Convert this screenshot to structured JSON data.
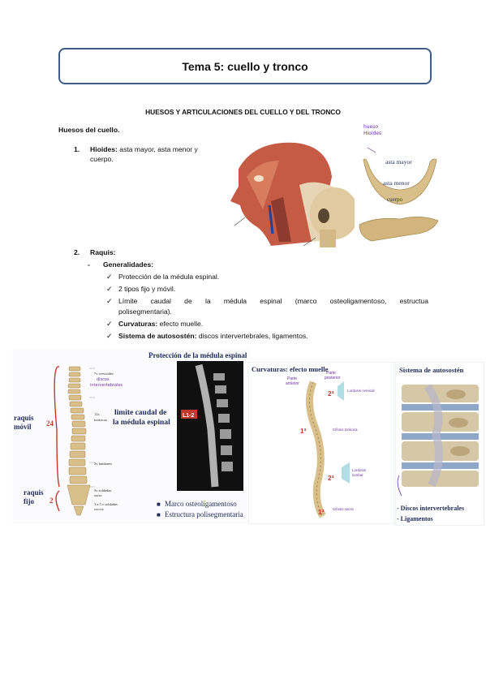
{
  "title": "Tema 5: cuello y tronco",
  "section_heading": "HUESOS Y ARTICULACIONES DEL CUELLO Y DEL TRONCO",
  "neck_heading": "Huesos del cuello.",
  "item1": {
    "number": "1.",
    "label": "Hioides:",
    "text_line1": "asta mayor, asta menor y",
    "text_line2": "cuerpo."
  },
  "hyoid_figure": {
    "handwritten_1": "hueso",
    "handwritten_2": "Hioides",
    "label_mayor": "asta mayor",
    "label_menor": "asta menor",
    "label_cuerpo": "cuerpo"
  },
  "item2": {
    "number": "2.",
    "label": "Raquis:",
    "sub_dash": "-",
    "sub_label": "Generalidades:",
    "checks": {
      "c1": "Protección de la médula espinal.",
      "c2": "2 tipos fijo y móvil.",
      "c3_line1": "Límite caudal de la médula espinal (marco osteoligamentoso, estructua",
      "c3_line2": "polisegmentaria).",
      "c4_label": "Curvaturas:",
      "c4_text": "efecto muelle.",
      "c5_label": "Sistema de autosostén:",
      "c5_text": "discos intervertebrales, ligamentos."
    }
  },
  "spine_figure": {
    "raquis_movil_1": "raquis",
    "raquis_movil_2": "móvil",
    "num_24": "24",
    "raquis_fijo_1": "raquis",
    "raquis_fijo_2": "fijo",
    "num_2": "2",
    "lbl_cervicales": "7v cervicales",
    "hand_discos_1": "discos",
    "hand_discos_2": "intervertebrales",
    "lbl_toracicas_1": "12v",
    "lbl_toracicas_2": "torácicas",
    "lbl_lumbares": "5v lumbares",
    "lbl_sacro_1": "5v soldadas",
    "lbl_sacro_2": "sacro",
    "lbl_coccix_1": "3 a 5 v soldadas",
    "lbl_coccix_2": "coccix",
    "proteccion": "Protección de la médula espinal",
    "limite_1": "limite caudal de",
    "limite_2": "la médula espinal",
    "mri_label": "L1-2",
    "bullet_1": "Marco osteoligamentoso",
    "bullet_2": "Estructura polisegmentaria"
  },
  "curv_figure": {
    "title": "Curvaturas: efecto muelle",
    "hand_post_1": "Parte",
    "hand_post_2": "posterior",
    "hand_ant_1": "Parte",
    "hand_ant_2": "anterior",
    "num_2a": "2ª",
    "num_1a": "1ª",
    "num_2b": "2ª",
    "num_1b": "1ª",
    "hand_lordosis_cerv": "Lordosis cervical",
    "hand_cifosis": "Cifosis torácica",
    "hand_lordosis_lumb_1": "Lordosis",
    "hand_lordosis_lumb_2": "lumbar",
    "hand_cifosis_sacra": "Cifosis sacra"
  },
  "auto_figure": {
    "title": "Sistema de autosostén",
    "item_1": "- Discos intervertebrales",
    "item_2": "- Ligamentos"
  },
  "colors": {
    "title_border": "#3f5c86",
    "red_label": "#c0392b",
    "navy_label": "#1f2a5a",
    "hand_purple": "#6b2fa0",
    "bone": "#d9c08a"
  }
}
